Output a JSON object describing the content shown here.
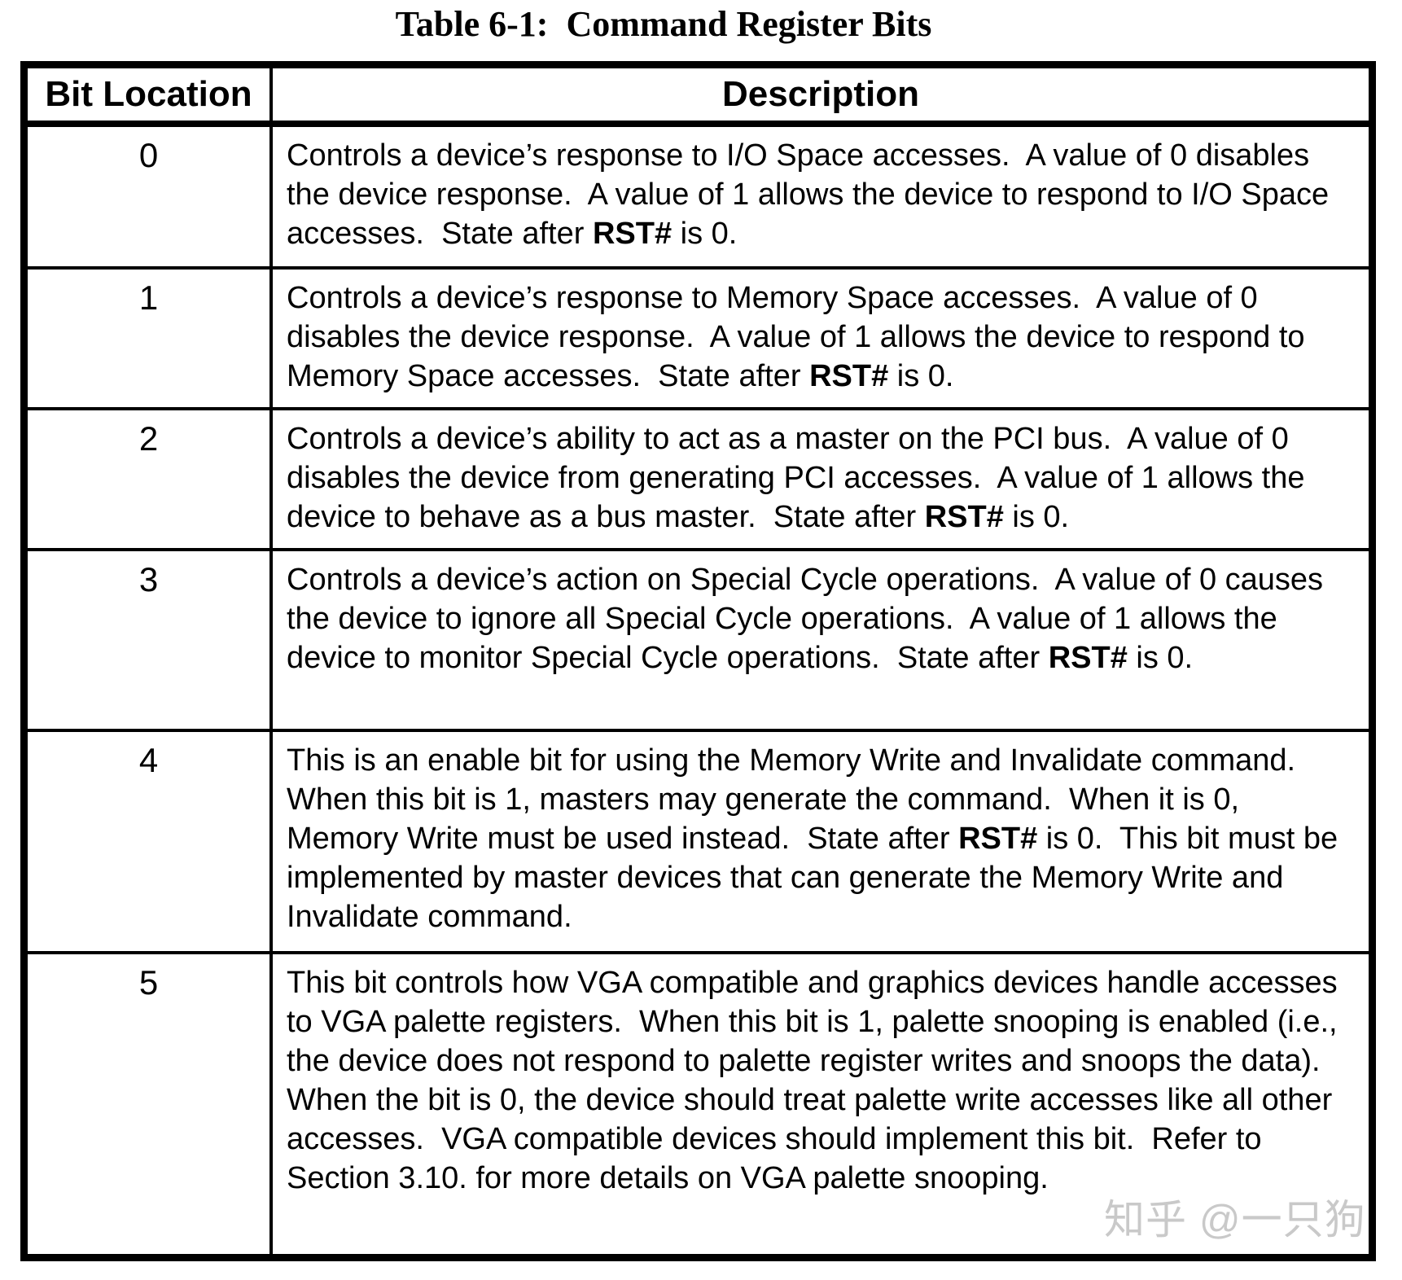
{
  "caption": "Table 6-1:  Command Register Bits",
  "watermark": "知乎 @一只狗",
  "table": {
    "col_headers": [
      "Bit Location",
      "Description"
    ],
    "rows": [
      {
        "bit": "0",
        "segments": [
          {
            "text": "Controls a device’s response to I/O Space accesses.  A value of 0 disables the device response.  A value of 1 allows the device to respond to I/O Space accesses.  State after ",
            "bold": false
          },
          {
            "text": "RST#",
            "bold": true
          },
          {
            "text": " is 0.",
            "bold": false
          }
        ]
      },
      {
        "bit": "1",
        "segments": [
          {
            "text": "Controls a device’s response to Memory Space accesses.  A value of 0 disables the device response.  A value of 1 allows the device to respond to Memory Space accesses.  State after ",
            "bold": false
          },
          {
            "text": "RST#",
            "bold": true
          },
          {
            "text": " is 0.",
            "bold": false
          }
        ]
      },
      {
        "bit": "2",
        "segments": [
          {
            "text": "Controls a device’s ability to act as a master on the PCI bus.  A value of 0 disables the device from generating PCI accesses.  A value of 1 allows the device to behave as a bus master.  State after ",
            "bold": false
          },
          {
            "text": "RST#",
            "bold": true
          },
          {
            "text": " is 0.",
            "bold": false
          }
        ]
      },
      {
        "bit": "3",
        "segments": [
          {
            "text": "Controls a device’s action on Special Cycle operations.  A value of 0 causes the device to ignore all Special Cycle operations.  A value of 1 allows the device to monitor Special Cycle operations.  State after ",
            "bold": false
          },
          {
            "text": "RST#",
            "bold": true
          },
          {
            "text": " is 0.",
            "bold": false
          }
        ]
      },
      {
        "bit": "4",
        "segments": [
          {
            "text": "This is an enable bit for using the Memory Write and Invalidate command.  When this bit is 1, masters may generate the command.  When it is 0, Memory Write must be used instead.  State after ",
            "bold": false
          },
          {
            "text": "RST#",
            "bold": true
          },
          {
            "text": " is 0.  This bit must be implemented by master devices that can generate the Memory Write and Invalidate command.",
            "bold": false
          }
        ]
      },
      {
        "bit": "5",
        "segments": [
          {
            "text": "This bit controls how VGA compatible and graphics devices handle accesses to VGA palette registers.  When this bit is 1, palette snooping is enabled (i.e., the device does not respond to palette register writes and snoops the data).  When the bit is 0, the device should treat palette write accesses like all other accesses.  VGA compatible devices should implement this bit.  Refer to Section 3.10. for more details on VGA palette snooping.",
            "bold": false
          }
        ]
      }
    ]
  }
}
